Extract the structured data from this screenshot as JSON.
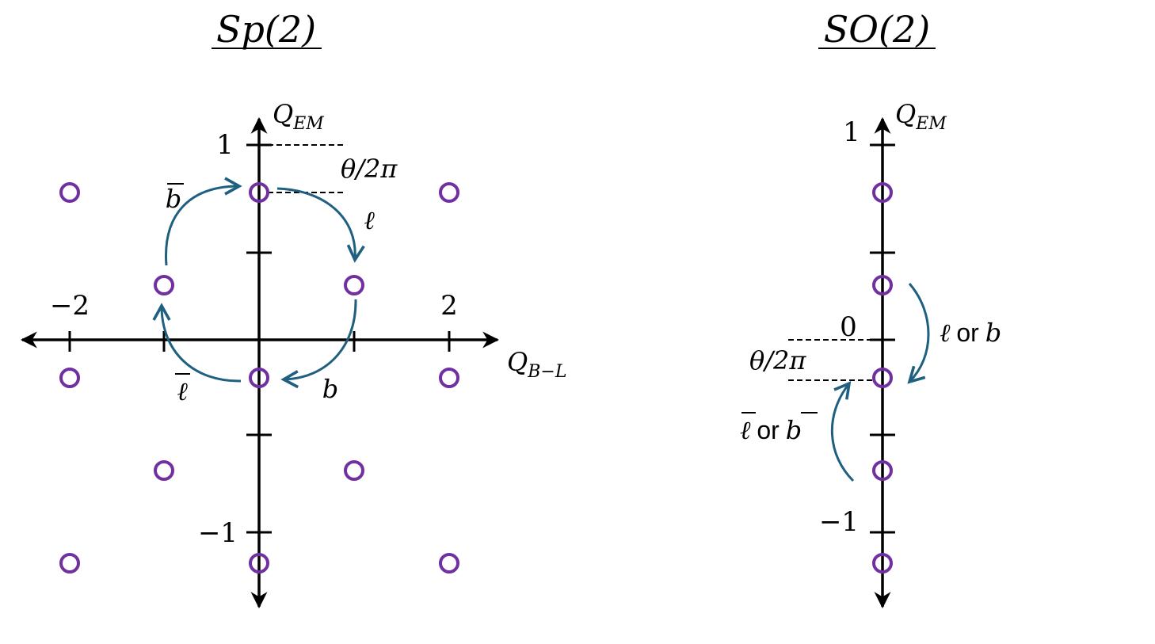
{
  "sp2": {
    "title": "Sp(2)",
    "y_axis_label": "Q",
    "y_axis_sub": "EM",
    "x_axis_label": "Q",
    "x_axis_sub": "B−L",
    "tick_y_top": "1",
    "tick_y_bottom": "−1",
    "tick_x_left": "−2",
    "tick_x_right": "2",
    "theta_label": "θ/2π",
    "arrow_b_bar": "b",
    "arrow_ell": "ℓ",
    "arrow_b": "b",
    "arrow_ell_bar": "ℓ"
  },
  "so2": {
    "title": "SO(2)",
    "y_axis_label": "Q",
    "y_axis_sub": "EM",
    "tick_top": "1",
    "tick_zero": "0",
    "tick_bottom": "−1",
    "theta_label": "θ/2π",
    "down_arrow_sym1": "ℓ",
    "down_arrow_or": "or",
    "down_arrow_sym2": "b",
    "up_arrow_sym1": "ℓ",
    "up_arrow_or": "or",
    "up_arrow_sym2": "b"
  },
  "colors": {
    "marker": "#7030a0",
    "arrow": "#1f5f7f",
    "axis": "#000000"
  }
}
